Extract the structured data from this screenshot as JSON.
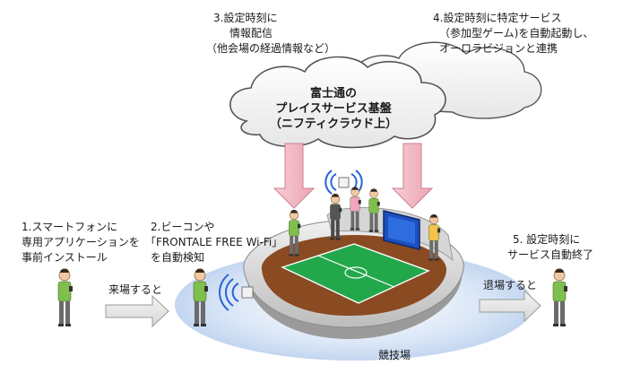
{
  "cloud": {
    "line1": "富士通の",
    "line2": "プレイスサービス基盤",
    "line3": "（ニフティクラウド上）"
  },
  "steps": [
    {
      "id": "1",
      "lines": [
        "1.スマートフォンに",
        "専用アプリケーションを",
        "事前インストール"
      ]
    },
    {
      "id": "2",
      "lines": [
        "2.ビーコンや",
        "「FRONTALE FREE Wi-Fi」",
        "を自動検知"
      ]
    },
    {
      "id": "3",
      "lines": [
        "3.設定時刻に",
        "情報配信",
        "（他会場の経過情報など）"
      ]
    },
    {
      "id": "4",
      "lines": [
        "4.設定時刻に特定サービス",
        "（参加型ゲーム)を自動起動し、",
        "オーロラビジョンと連携"
      ]
    },
    {
      "id": "5",
      "lines": [
        "5. 設定時刻に",
        "サービス自動終了"
      ]
    }
  ],
  "arrows": {
    "enter": "来場すると",
    "exit": "退場すると"
  },
  "venue_label": "競技場",
  "colors": {
    "pink_arrow": "#f2b8c2",
    "gray_arrow": "#e8e8e8",
    "field": "#22a84a",
    "track": "#8a4a22",
    "ellipse": "#cfe0f5"
  }
}
